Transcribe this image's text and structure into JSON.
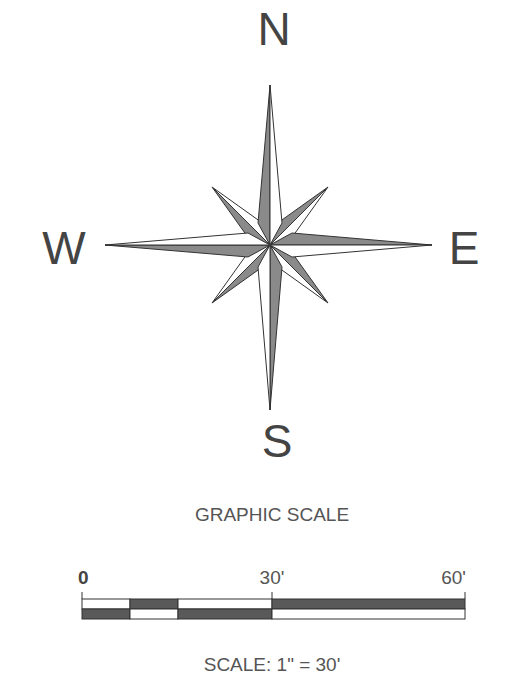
{
  "diagram": {
    "labels": [
      "N",
      "W",
      "E",
      "S",
      "GRAPHIC SCALE",
      "0",
      "30'",
      "60'",
      "SCALE: 1\" = 30'"
    ]
  }
}
